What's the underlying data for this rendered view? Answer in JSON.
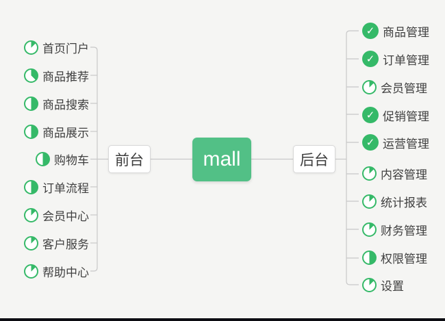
{
  "colors": {
    "bg": "#f5f5f3",
    "node_green": "#52c086",
    "icon_green": "#35b968",
    "line": "#c8c8c8",
    "text": "#3f3f3f",
    "bottom_bar": "#0c0c12"
  },
  "icons": {
    "done_check": "✓"
  },
  "root": {
    "label": "mall"
  },
  "left_branch": {
    "node_label": "前台",
    "items": [
      {
        "label": "首页门户",
        "progress": "0.125"
      },
      {
        "label": "商品推荐",
        "progress": "0.375"
      },
      {
        "label": "商品搜索",
        "progress": "0.5"
      },
      {
        "label": "商品展示",
        "progress": "0.5"
      },
      {
        "label": "购物车",
        "progress": "0.5"
      },
      {
        "label": "订单流程",
        "progress": "0.5"
      },
      {
        "label": "会员中心",
        "progress": "0.125"
      },
      {
        "label": "客户服务",
        "progress": "0.125"
      },
      {
        "label": "帮助中心",
        "progress": "0.125"
      }
    ]
  },
  "right_branch": {
    "node_label": "后台",
    "items": [
      {
        "label": "商品管理",
        "progress": "done"
      },
      {
        "label": "订单管理",
        "progress": "done"
      },
      {
        "label": "会员管理",
        "progress": "0.125"
      },
      {
        "label": "促销管理",
        "progress": "done"
      },
      {
        "label": "运营管理",
        "progress": "done"
      },
      {
        "label": "内容管理",
        "progress": "0.125"
      },
      {
        "label": "统计报表",
        "progress": "0.125"
      },
      {
        "label": "财务管理",
        "progress": "0.125"
      },
      {
        "label": "权限管理",
        "progress": "0.5"
      },
      {
        "label": "设置",
        "progress": "0.125"
      }
    ]
  }
}
